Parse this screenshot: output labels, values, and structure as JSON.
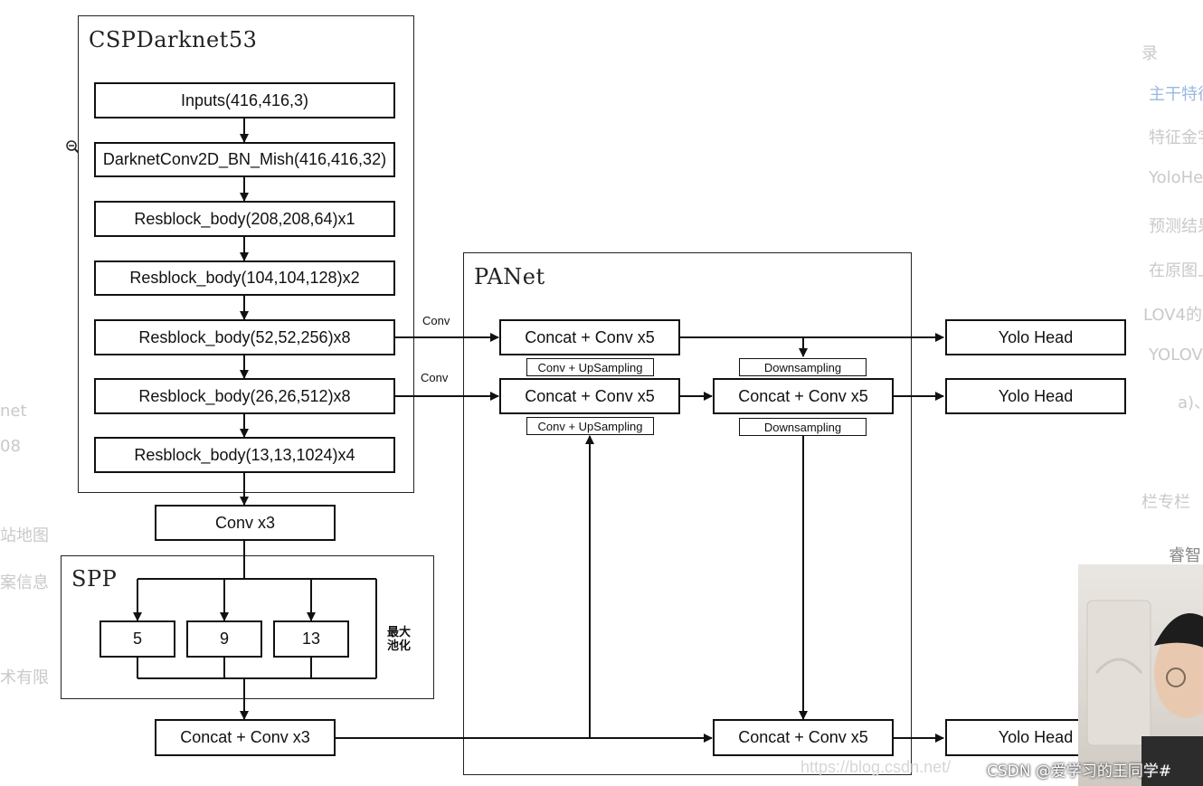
{
  "sidebar_left": [
    "net",
    "08",
    "站地图",
    "案信息",
    "术有限"
  ],
  "sidebar_right": {
    "top_mark": "录",
    "items": [
      "主干特征",
      "特征金字",
      "YoloHe",
      "预测结果",
      "在原图上",
      "LOV4的",
      "YOLOV",
      "a)、"
    ],
    "section": "栏专栏",
    "author": "睿智"
  },
  "diagram": {
    "csp_title": "CSPDarknet53",
    "inputs": "Inputs(416,416,3)",
    "conv2d": "DarknetConv2D_BN_Mish(416,416,32)",
    "res1": "Resblock_body(208,208,64)x1",
    "res2": "Resblock_body(104,104,128)x2",
    "res3": "Resblock_body(52,52,256)x8",
    "res4": "Resblock_body(26,26,512)x8",
    "res5": "Resblock_body(13,13,1024)x4",
    "convx3": "Conv x3",
    "spp_title": "SPP",
    "pool5": "5",
    "pool9": "9",
    "pool13": "13",
    "maxpool_line1": "最大",
    "maxpool_line2": "池化",
    "concat3": "Concat + Conv x3",
    "panet_title": "PANet",
    "conv_label_a": "Conv",
    "conv_label_b": "Conv",
    "concat5_a": "Concat + Conv x5",
    "concat5_b": "Concat + Conv x5",
    "concat5_c": "Concat + Conv x5",
    "concat5_d": "Concat + Conv x5",
    "upsample_a": "Conv + UpSampling",
    "upsample_b": "Conv + UpSampling",
    "down_a": "Downsampling",
    "down_b": "Downsampling",
    "head_a": "Yolo Head",
    "head_b": "Yolo Head",
    "head_c": "Yolo Head"
  },
  "watermark": "CSDN @爱学习的王同学#",
  "url_text": "https://blog.csdn.net/"
}
